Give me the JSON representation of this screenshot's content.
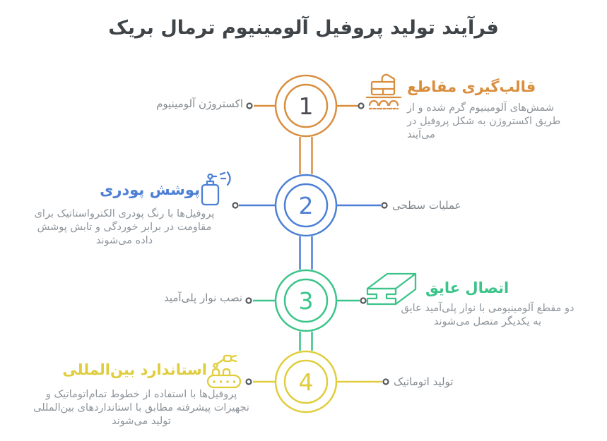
{
  "title": "فرآیند تولید پروفیل آلومینیوم ترمال بریک",
  "palette": {
    "background": "#FFFFFF",
    "title_text": "#3F4448",
    "description_text": "#8E959B",
    "side_label_text": "#82888E",
    "connector_dot": "#55595D"
  },
  "steps": [
    {
      "number": "1",
      "color": "#D98E3E",
      "number_color": "#4A4E53",
      "icon": "extrusion-press-icon",
      "heading": "قالب‌گیری مقاطع",
      "description": "شمش‌های آلومینیوم گرم شده و از طریق اکستروژن به شکل پروفیل در می‌آیند",
      "side_label": "اکستروژن آلومینیوم",
      "detail_side": "right",
      "label_side": "left"
    },
    {
      "number": "2",
      "color": "#4C7FD5",
      "number_color": "#4C7FD5",
      "icon": "spray-paint-icon",
      "heading": "پوشش پودری",
      "description": "پروفیل‌ها با رنگ پودری الکترواستاتیک برای مقاومت در برابر خوردگی و تابش پوشش داده می‌شوند",
      "side_label": "عملیات سطحی",
      "detail_side": "left",
      "label_side": "right"
    },
    {
      "number": "3",
      "color": "#3BC489",
      "number_color": "#3BC489",
      "icon": "insulated-profile-icon",
      "heading": "اتصال عایق",
      "description": "دو مقطع آلومینیومی با نوار پلی‌آمید عایق به یکدیگر متصل می‌شوند",
      "side_label": "نصب نوار پلی‌آمید",
      "detail_side": "right",
      "label_side": "left"
    },
    {
      "number": "4",
      "color": "#E0CD3B",
      "number_color": "#E0CD3B",
      "icon": "robot-conveyor-icon",
      "heading": "استاندارد بین‌المللی",
      "description": "پروفیل‌ها با استفاده از خطوط تمام‌اتوماتیک و تجهیزات پیشرفته مطابق با استانداردهای بین‌المللی تولید می‌شوند",
      "side_label": "تولید اتوماتیک",
      "detail_side": "left",
      "label_side": "right"
    }
  ]
}
